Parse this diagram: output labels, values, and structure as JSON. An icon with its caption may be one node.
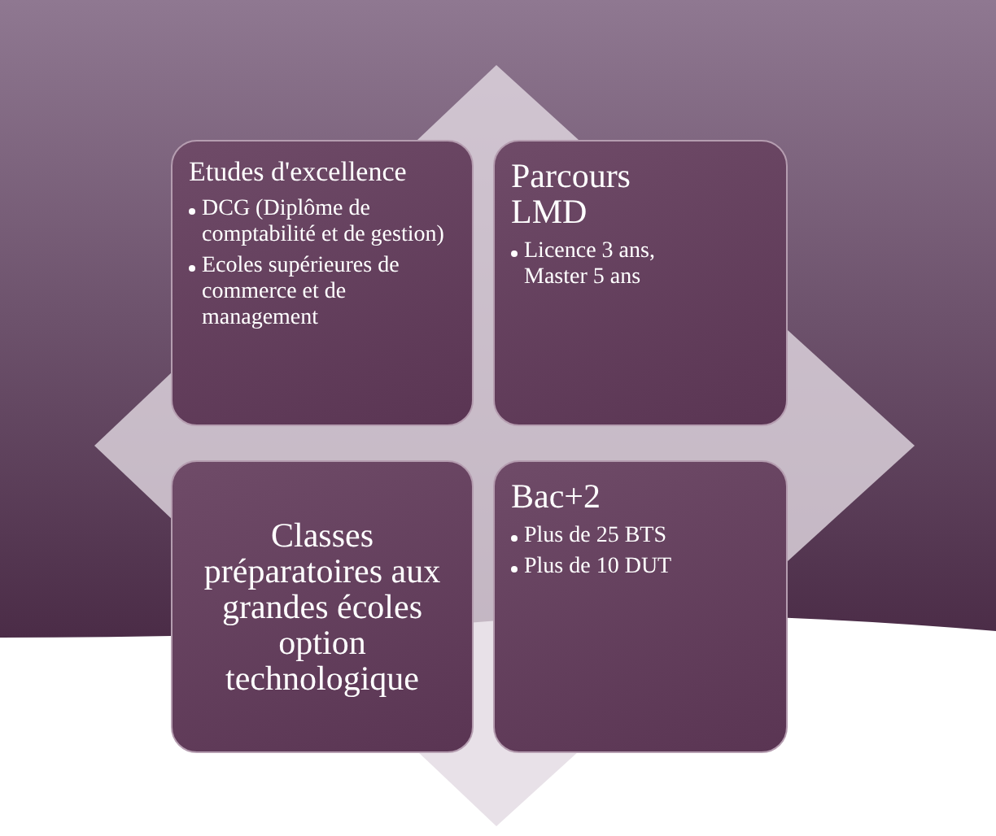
{
  "diagram": {
    "nodes": [
      {
        "text": [
          "Etudes d'excellence",
          "DCG (Diplôme de comptabilité et de gestion)",
          "Ecoles supérieures de commerce et de management"
        ]
      },
      {
        "text": [
          "Parcours LMD",
          "Licence 3 ans, Master 5 ans"
        ]
      },
      {
        "text": [
          "Classes préparatoires aux grandes écoles option technologique"
        ]
      },
      {
        "text": [
          "Bac+2",
          "Plus de 25 BTS",
          "Plus de 10 DUT"
        ]
      }
    ]
  }
}
